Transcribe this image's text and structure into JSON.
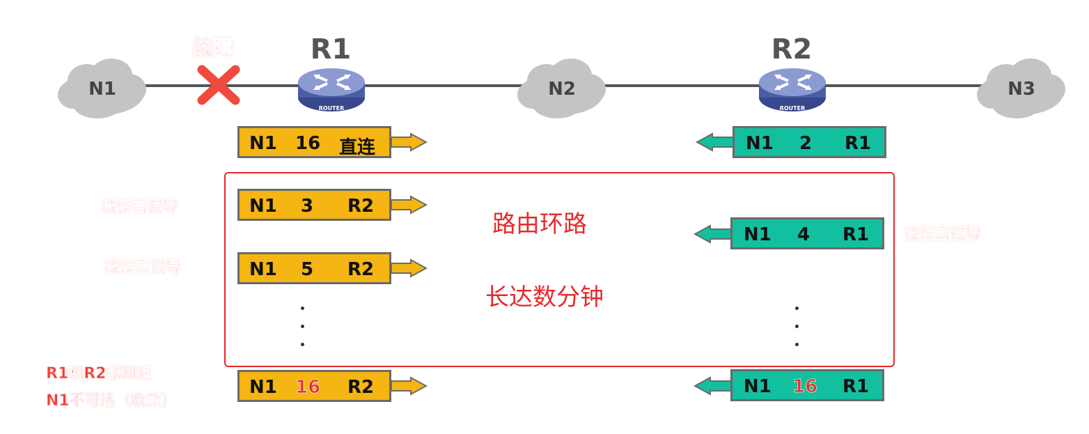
{
  "topology": {
    "networks": [
      {
        "id": "n1",
        "label": "N1"
      },
      {
        "id": "n2",
        "label": "N2"
      },
      {
        "id": "n3",
        "label": "N3"
      }
    ],
    "routers": [
      {
        "id": "r1",
        "label": "R1",
        "badge": "ROUTER"
      },
      {
        "id": "r2",
        "label": "R2",
        "badge": "ROUTER"
      }
    ],
    "fault_label": "故障"
  },
  "r1_updates": [
    {
      "dest": "N1",
      "metric": "16",
      "next": "直连"
    },
    {
      "dest": "N1",
      "metric": "3",
      "next": "R2"
    },
    {
      "dest": "N1",
      "metric": "5",
      "next": "R2"
    },
    {
      "dest": "N1",
      "metric": "16",
      "next": "R2"
    }
  ],
  "r2_updates": [
    {
      "dest": "N1",
      "metric": "2",
      "next": "R1"
    },
    {
      "dest": "N1",
      "metric": "4",
      "next": "R1"
    },
    {
      "dest": "N1",
      "metric": "16",
      "next": "R1"
    }
  ],
  "annotations": {
    "misled_1": "被谣言误导",
    "misled_2": "被谣言误导",
    "misled_3": "被谣言误导",
    "loop": "路由环路",
    "duration": "长达数分钟",
    "converge_line1": "R1和R2都知道",
    "converge_line2": "N1不可达（收敛）"
  },
  "colors": {
    "r1_entry": "#f5b512",
    "r2_entry": "#12c0a0",
    "highlight": "#e6262b"
  }
}
